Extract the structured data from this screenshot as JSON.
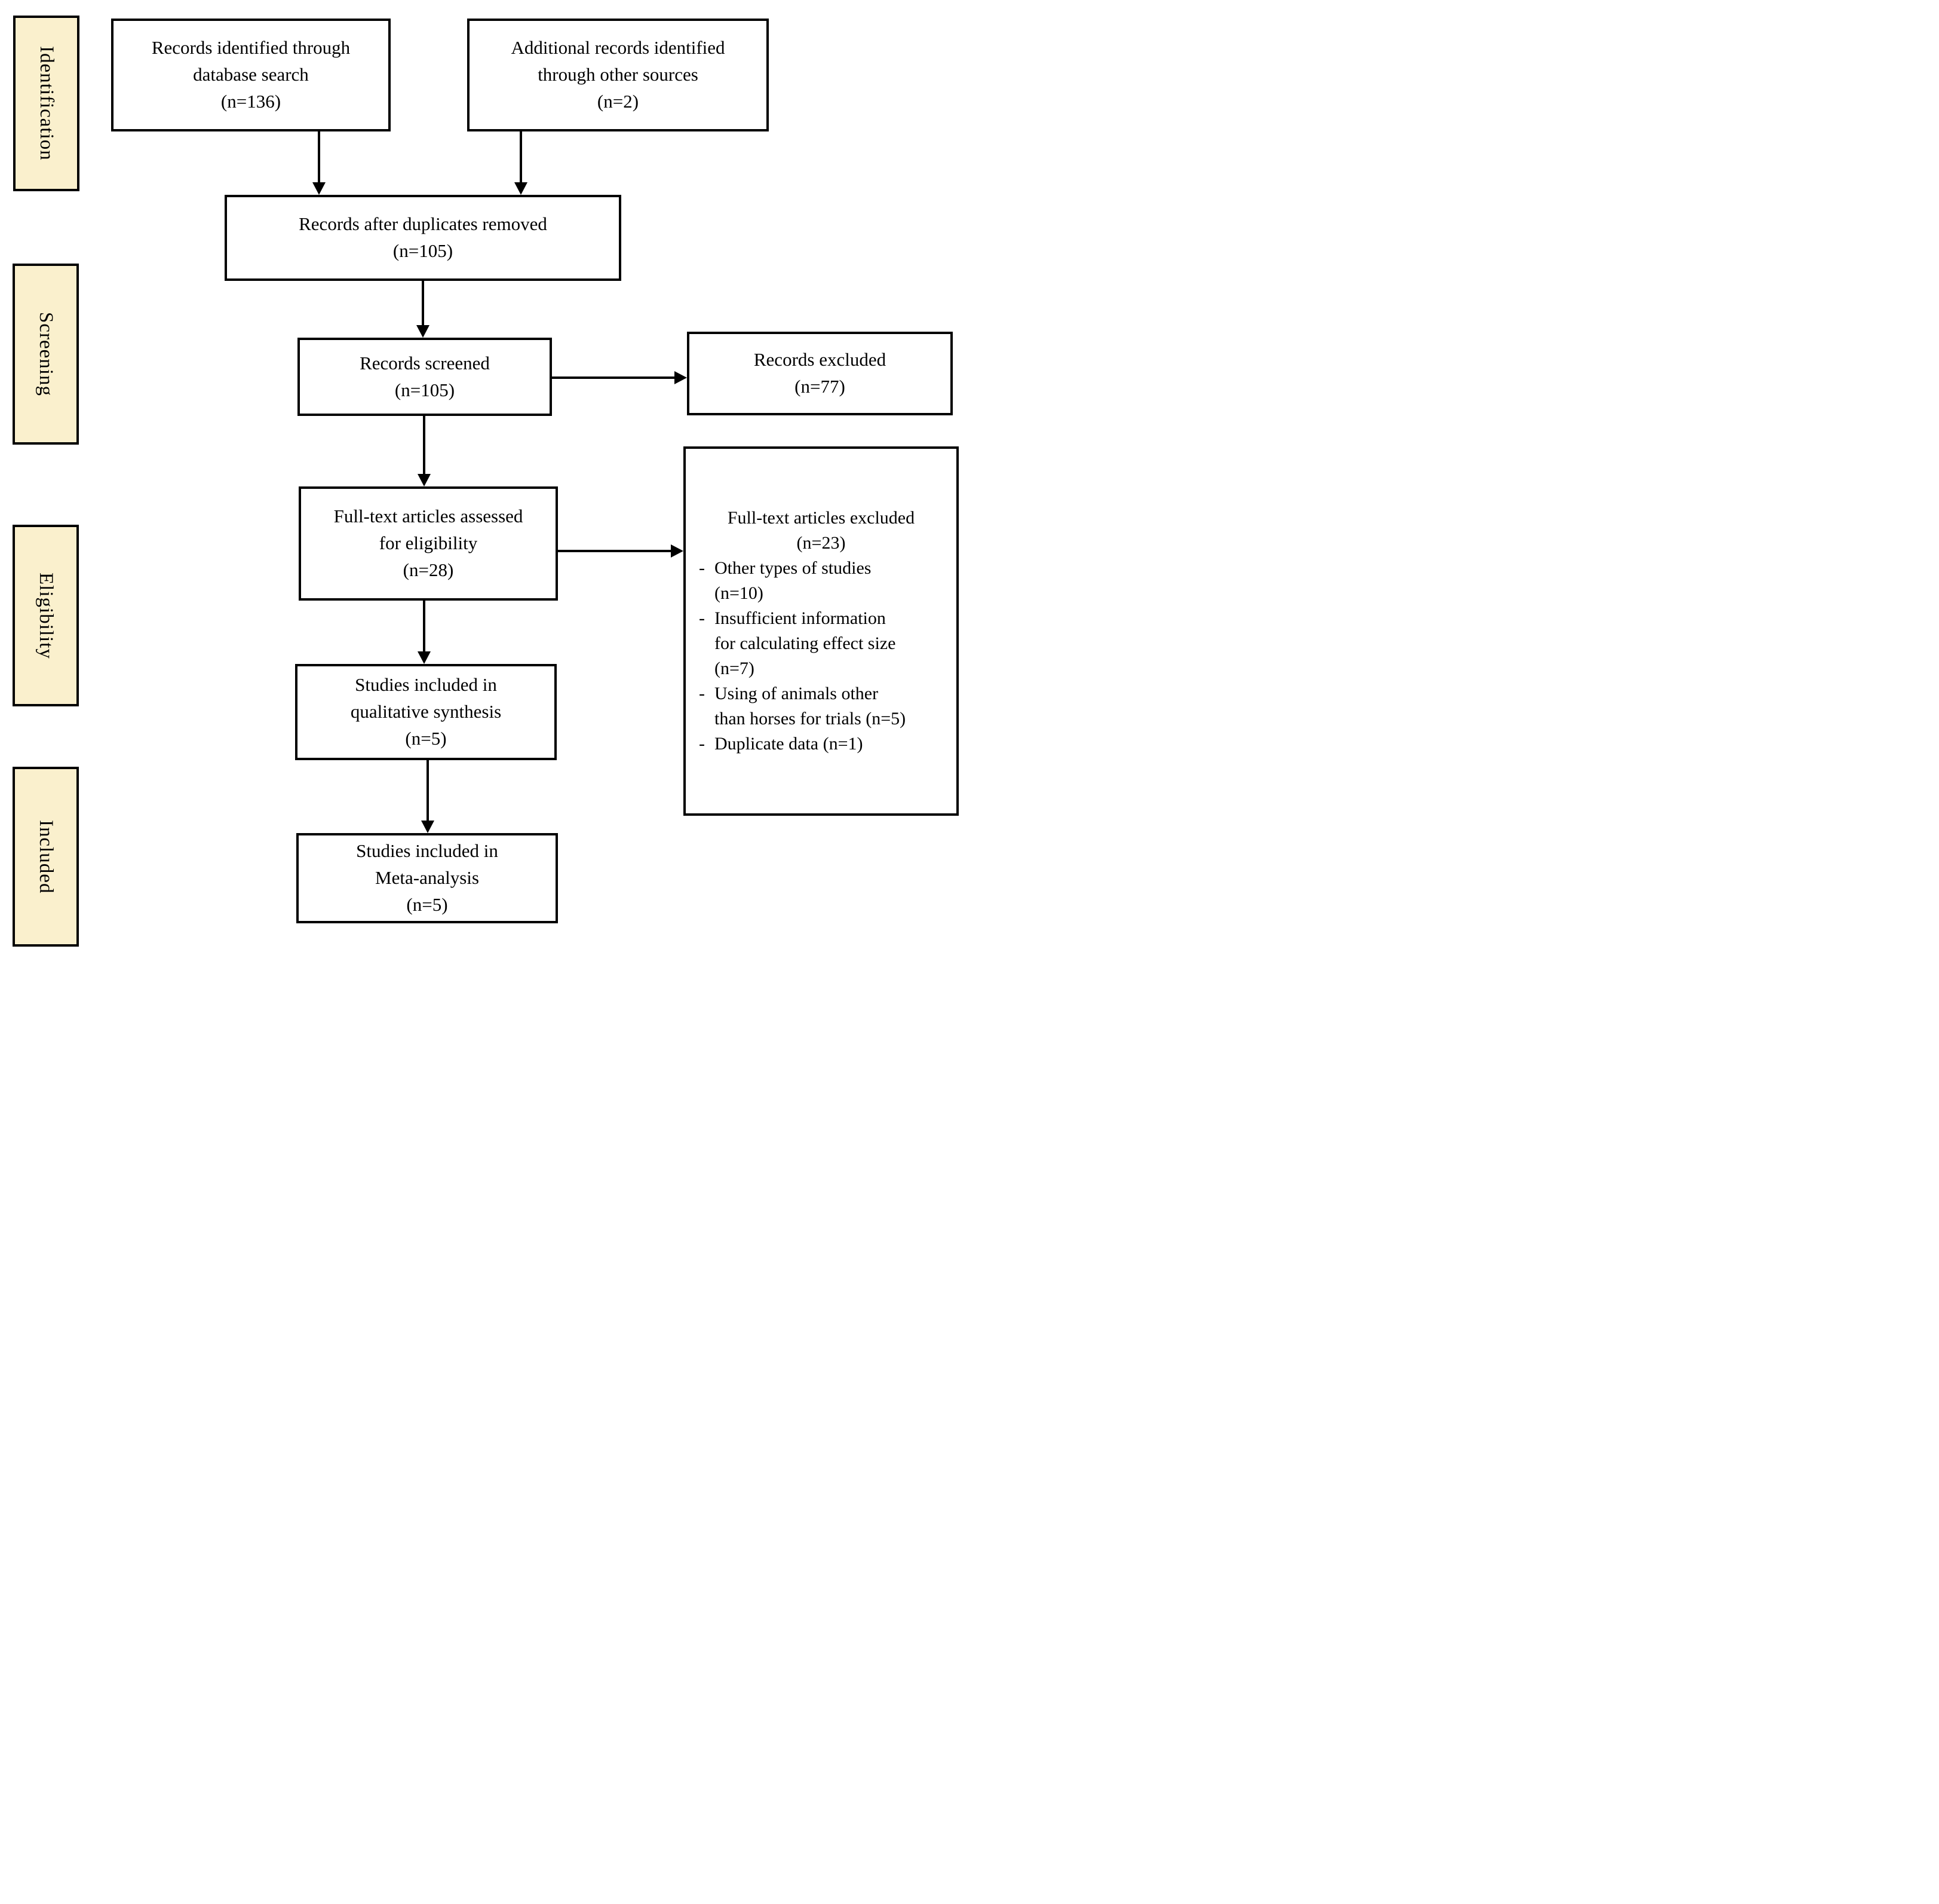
{
  "colors": {
    "stage_fill": "#FAF0CD",
    "box_fill": "#FFFFFF",
    "line_color": "#000000"
  },
  "stages": [
    "Identification",
    "Screening",
    "Eligibility",
    "Included"
  ],
  "boxes": {
    "identified": {
      "text": "Records identified through\ndatabase search\n(n=136)"
    },
    "additional": {
      "text": "Additional records identified\nthrough other sources\n(n=2)"
    },
    "deduplicated": {
      "text": "Records after duplicates removed\n(n=105)"
    },
    "screened": {
      "text": "Records screened\n(n=105)"
    },
    "records_excluded": {
      "text": "Records excluded\n(n=77)"
    },
    "fulltext_assessed": {
      "text": "Full-text articles assessed\nfor eligibility\n(n=28)"
    },
    "qualitative": {
      "text": "Studies included in\nqualitative synthesis\n(n=5)"
    },
    "meta_analysis": {
      "text": "Studies included in\nMeta-analysis\n(n=5)"
    }
  },
  "fulltext_excluded": {
    "heading": "Full-text articles excluded\n(n=23)",
    "bullet": "-",
    "items": [
      "Other types of studies\n(n=10)",
      "Insufficient information\nfor calculating effect size\n(n=7)",
      "Using of animals other\nthan horses for trials (n=5)",
      "Duplicate data (n=1)"
    ]
  }
}
